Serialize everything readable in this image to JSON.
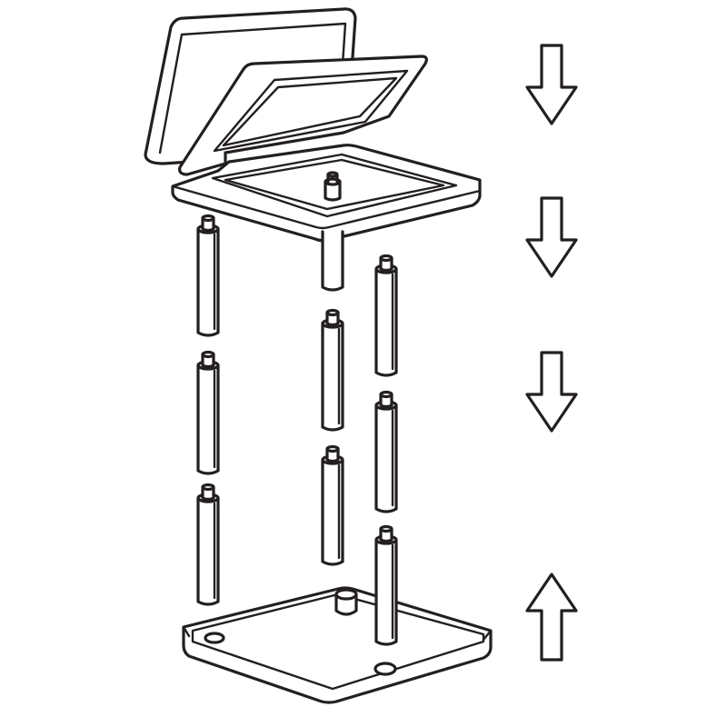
{
  "diagram": {
    "kind": "exploded-assembly",
    "parts": [
      "top-lid-outer",
      "top-lid-inner",
      "top-frame",
      "legs",
      "base-tray"
    ],
    "leg_count": 9,
    "arrows": [
      {
        "direction": "down"
      },
      {
        "direction": "down"
      },
      {
        "direction": "down"
      },
      {
        "direction": "up"
      }
    ],
    "colors": {
      "line": "#231f20",
      "fill": "#ffffff"
    }
  }
}
